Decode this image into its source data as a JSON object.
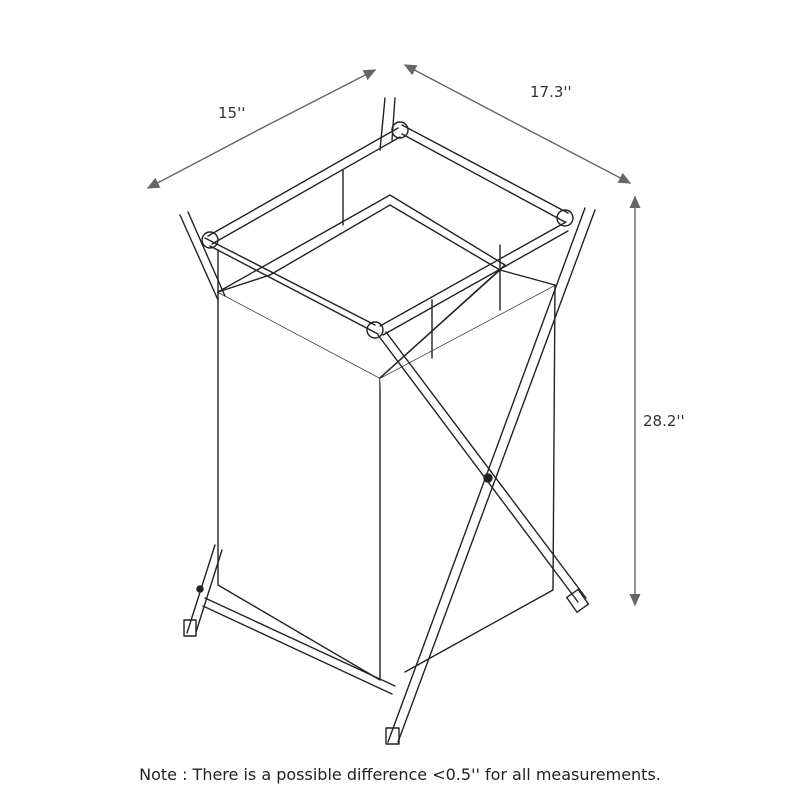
{
  "dimensions": {
    "width": "15''",
    "depth": "17.3''",
    "height": "28.2''"
  },
  "note": "Note : There is a possible difference <0.5'' for all measurements.",
  "colors": {
    "line": "#222222",
    "arrow": "#666666"
  }
}
